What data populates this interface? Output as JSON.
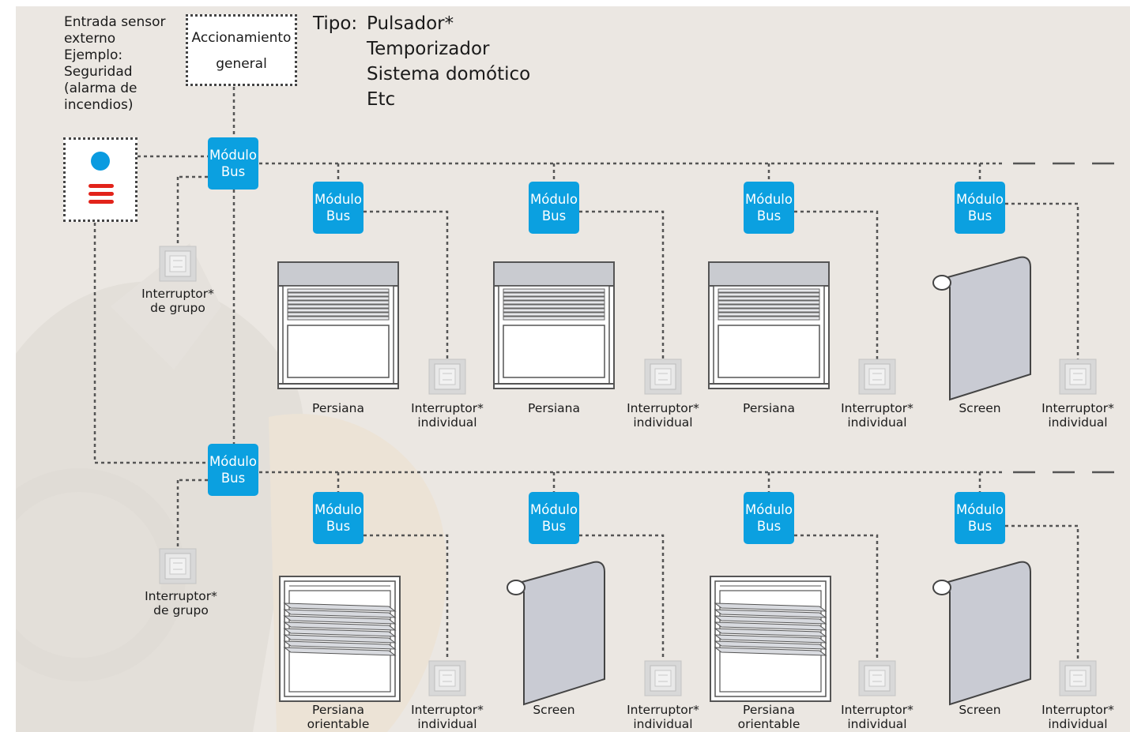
{
  "header": {
    "sensor_lines": [
      "Entrada sensor",
      "externo",
      "Ejemplo:",
      "Seguridad",
      "(alarma de",
      "incendios)"
    ],
    "accionamiento_lines": [
      "Accionamiento",
      "general"
    ],
    "tipo_label": "Tipo:",
    "tipo_items": [
      "Pulsador*",
      "Temporizador",
      "Sistema domótico",
      "Etc"
    ]
  },
  "module": {
    "line1": "Módulo",
    "line2": "Bus"
  },
  "group_switch": {
    "line1": "Interruptor*",
    "line2": "de grupo"
  },
  "individual_switch": {
    "line1": "Interruptor*",
    "line2": "individual"
  },
  "row1": {
    "devices": [
      {
        "type": "persiana",
        "label": "Persiana",
        "label2": ""
      },
      {
        "type": "persiana",
        "label": "Persiana",
        "label2": ""
      },
      {
        "type": "persiana",
        "label": "Persiana",
        "label2": ""
      },
      {
        "type": "screen",
        "label": "Screen",
        "label2": ""
      }
    ]
  },
  "row2": {
    "devices": [
      {
        "type": "orientable",
        "label": "Persiana",
        "label2": "orientable"
      },
      {
        "type": "screen",
        "label": "Screen",
        "label2": ""
      },
      {
        "type": "orientable",
        "label": "Persiana",
        "label2": "orientable"
      },
      {
        "type": "screen",
        "label": "Screen",
        "label2": ""
      }
    ]
  },
  "colors": {
    "module_bg": "#0ba0e0",
    "background": "#ebe7e2",
    "alarm_blue": "#0a9be0",
    "alarm_red": "#e2231a",
    "wire": "#555555"
  }
}
